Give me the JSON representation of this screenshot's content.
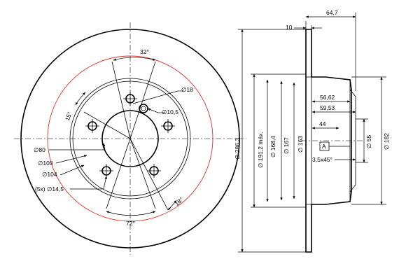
{
  "front_view": {
    "angle_32": "32°",
    "angle_15": "15°",
    "angle_18": "18°",
    "angle_72": "72°",
    "dia_18": "∅18",
    "dia_10_5": "∅10,5",
    "dia_80": "∅80",
    "dia_100": "∅100",
    "dia_104": "∅104",
    "holes": "(5x) ∅14,5"
  },
  "side_view": {
    "dim_64_7": "64,7",
    "dim_10": "10",
    "dim_56_62": "56,62",
    "dim_59_53": "59,53",
    "dim_44": "44",
    "chamfer": "3,5x45°",
    "datum": "A",
    "dia_286_3": "∅ 286,3",
    "dia_191_2": "∅ 191,2 máx.",
    "dia_168_4": "∅ 168,4",
    "dia_167": "∅ 167",
    "dia_163": "∅ 163",
    "dia_55": "∅ 55",
    "dia_182": "∅ 182"
  }
}
